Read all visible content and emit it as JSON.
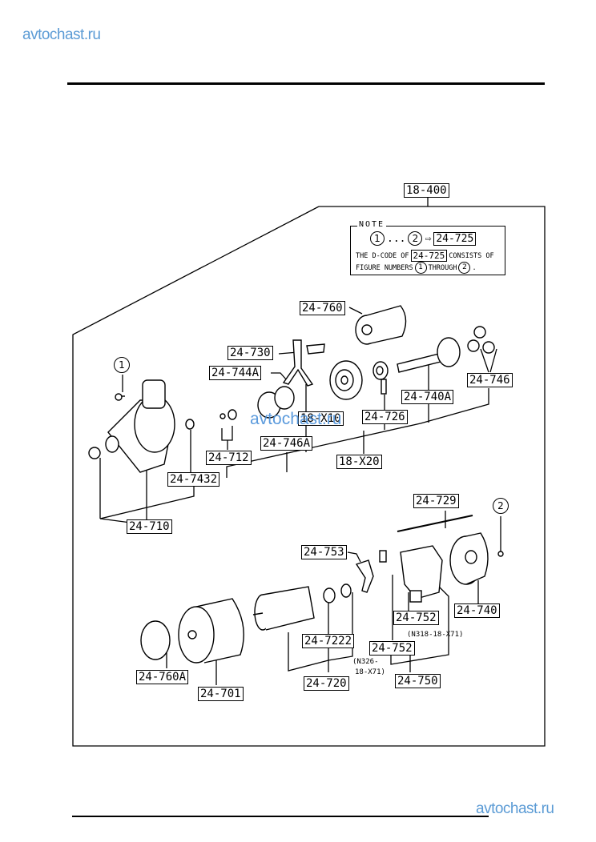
{
  "watermark": {
    "top": "avtochast.ru",
    "bottom": "avtochast.ru",
    "middle": "avtochast.ru",
    "color": "#5b9bd5"
  },
  "diagram": {
    "group_code": "18-400",
    "note": {
      "title": "NOTE",
      "range_from": "1",
      "range_to": "2",
      "arrow": "⇨",
      "code": "24-725",
      "line2_prefix": "THE D-CODE OF",
      "line2_suffix": "CONSISTS OF",
      "line3_prefix": "FIGURE NUMBERS",
      "line3_middle": "THROUGH",
      "line3_end": "."
    },
    "callouts": [
      {
        "id": "callout-1",
        "text": "1"
      },
      {
        "id": "callout-2",
        "text": "2"
      }
    ],
    "labels": {
      "l24_760": "24-760",
      "l24_730": "24-730",
      "l24_744A": "24-744A",
      "l24_746": "24-746",
      "l24_740A": "24-740A",
      "l18_X10": "18-X10",
      "l24_726": "24-726",
      "l24_746A": "24-746A",
      "l24_712": "24-712",
      "l18_X20": "18-X20",
      "l24_7432": "24-7432",
      "l24_710": "24-710",
      "l24_729": "24-729",
      "l24_753": "24-753",
      "l24_752a": "24-752",
      "l24_740": "24-740",
      "l24_7222": "24-7222",
      "l24_752b": "24-752",
      "l24_760A": "24-760A",
      "l24_701": "24-701",
      "l24_720": "24-720",
      "l24_750": "24-750"
    },
    "annotations": {
      "n318": "(N318-18-X71)",
      "n326_1": "(N326-",
      "n326_2": "18-X71)"
    }
  }
}
